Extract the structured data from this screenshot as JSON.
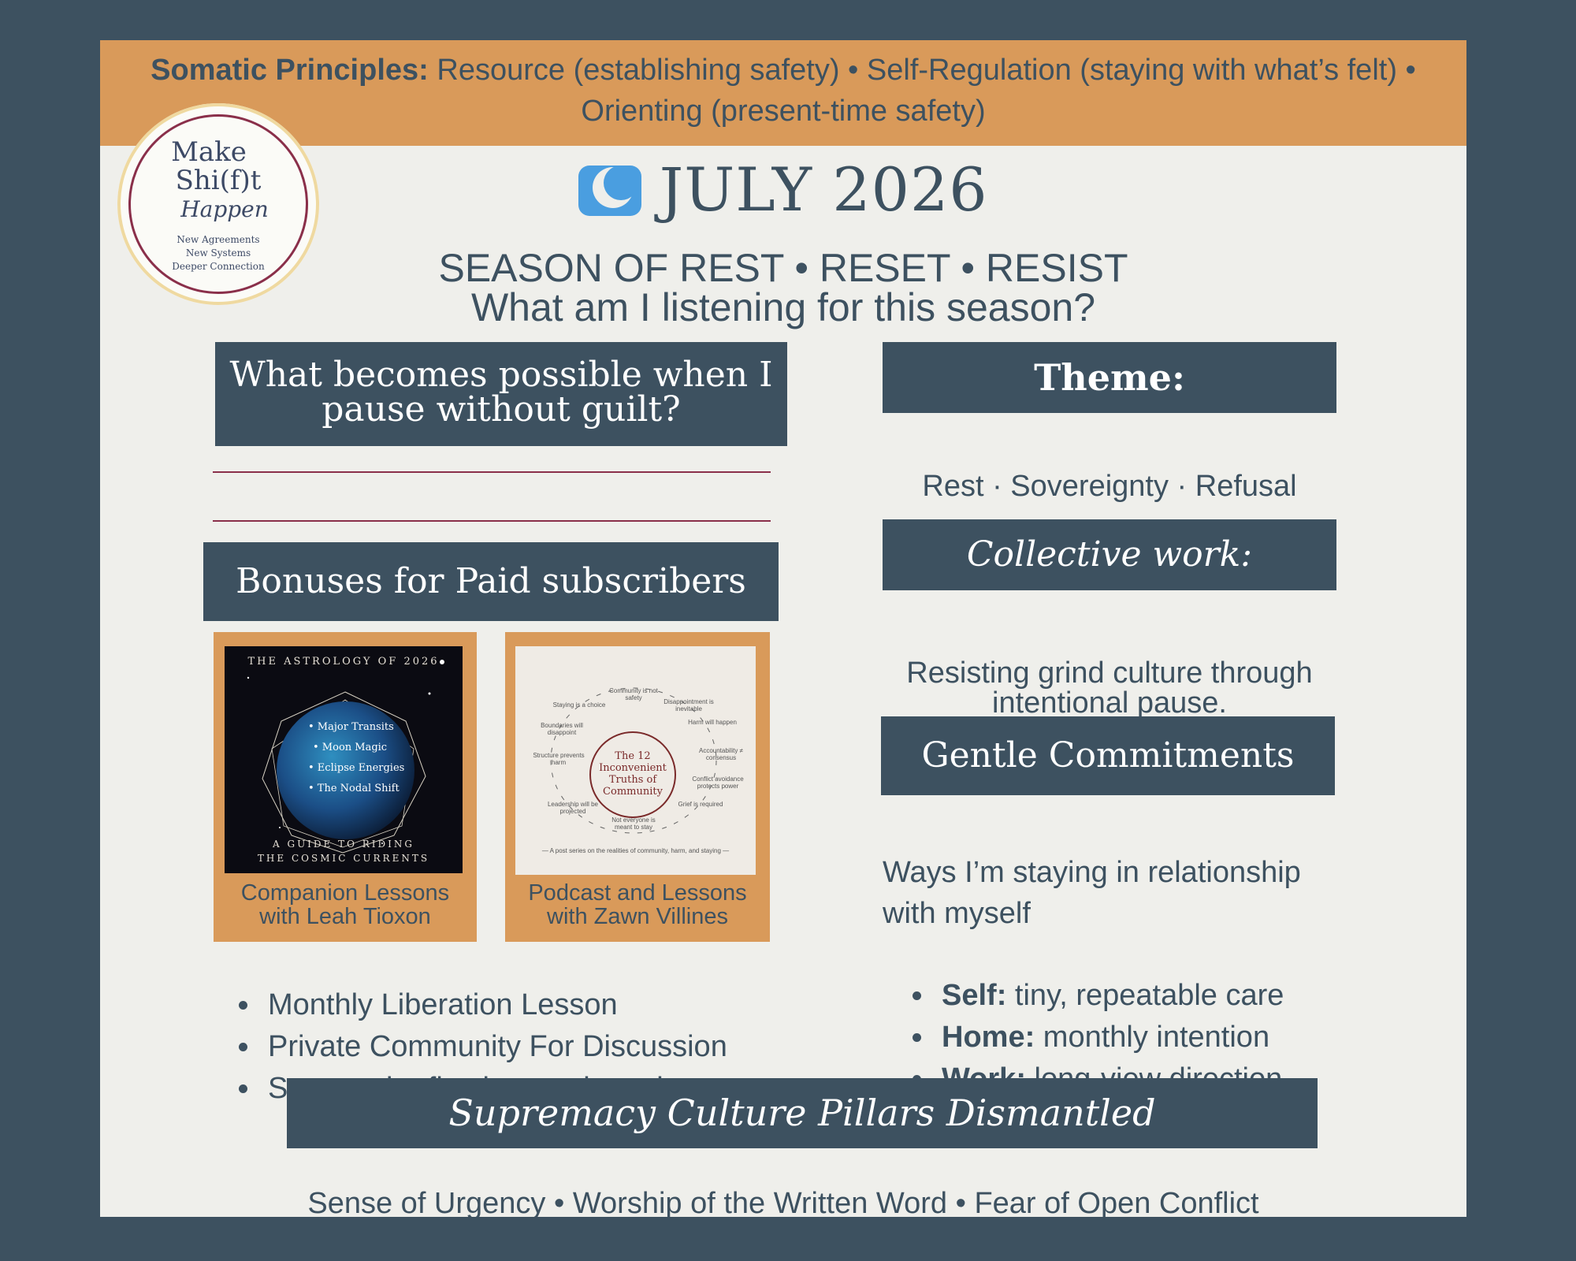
{
  "banner": {
    "label": "Somatic Principles:",
    "line1": "Resource (establishing safety) • Self-Regulation (staying with what’s felt) •",
    "line2": "Orienting (present-time safety)"
  },
  "logo": {
    "name_line1": "Make",
    "name_line2": "Shi(f)t",
    "name_line3": "Happen",
    "tag1": "New Agreements",
    "tag2": "New Systems",
    "tag3": "Deeper Connection"
  },
  "header": {
    "icon": "crescent-moon-icon",
    "title": "JULY 2026",
    "season": "SEASON OF REST • RESET • RESIST",
    "question": "What am I listening for this season?"
  },
  "prompt": {
    "line1": "What becomes possible when I",
    "line2": "pause without guilt?"
  },
  "theme": {
    "heading": "Theme:",
    "text": "Rest · Sovereignty · Refusal"
  },
  "collective": {
    "heading": "Collective work:",
    "line1": "Resisting grind culture through",
    "line2": "intentional pause."
  },
  "bonuses": {
    "heading": "Bonuses for Paid subscribers",
    "cards": [
      {
        "image": {
          "top": "THE ASTROLOGY OF 2026",
          "items": [
            "• Major Transits",
            "• Moon Magic",
            "• Eclipse Energies",
            "• The Nodal Shift"
          ],
          "bottom1": "A GUIDE TO RIDING",
          "bottom2": "THE COSMIC CURRENTS"
        },
        "caption1": "Companion Lessons",
        "caption2": "with Leah Tioxon"
      },
      {
        "image": {
          "center1": "The 12",
          "center2": "Inconvenient",
          "center3": "Truths of",
          "center4": "Community",
          "truths": [
            "Community is not safety",
            "Disappointment is inevitable",
            "Harm will happen",
            "Accountability ≠ consensus",
            "Conflict avoidance protects power",
            "Grief is required",
            "Not everyone is meant to stay",
            "Leadership will be projected",
            "Structure prevents harm",
            "Boundaries will disappoint",
            "Staying is a choice"
          ],
          "footer": "— A post series on the realities of community, harm, and staying —"
        },
        "caption1": "Podcast and Lessons",
        "caption2": "with Zawn Villines"
      }
    ],
    "list": [
      "Monthly Liberation Lesson",
      "Private Community For Discussion",
      "Seasonal reflection + orientation"
    ]
  },
  "commitments": {
    "heading": "Gentle Commitments",
    "intro1": "Ways I’m staying in relationship",
    "intro2": "with myself",
    "items": [
      {
        "label": "Self:",
        "text": " tiny, repeatable care"
      },
      {
        "label": "Home:",
        "text": " monthly intention"
      },
      {
        "label": "Work:",
        "text": " long-view direction"
      }
    ]
  },
  "pillars": {
    "heading": "Supremacy Culture Pillars Dismantled",
    "text": "Sense of Urgency • Worship of the Written Word • Fear of Open Conflict"
  },
  "colors": {
    "slate": "#3d5160",
    "orange": "#d99a5a",
    "paper": "#efefeb",
    "wine": "#8a2f4a",
    "moon": "#4a9ee0"
  }
}
